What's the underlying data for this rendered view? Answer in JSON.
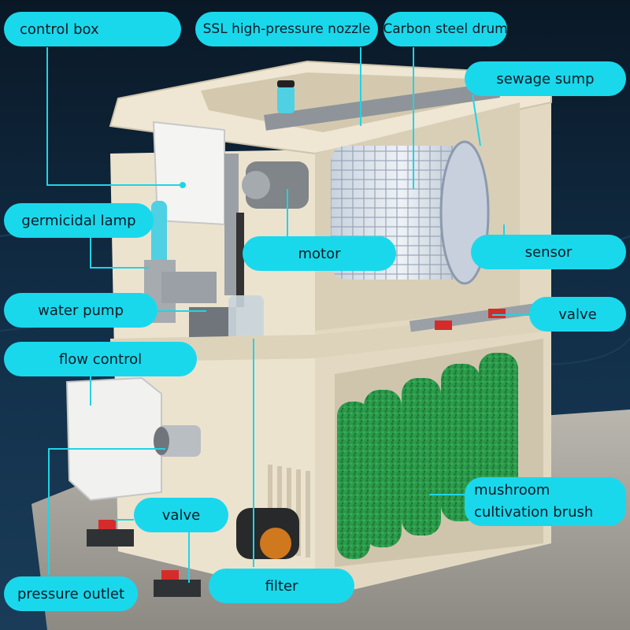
{
  "colors": {
    "accent": "#1ad8ec",
    "leader": "#1fd4e6",
    "background": "#0c1a2a",
    "tank": "#ece3cf",
    "tank_shade": "#d6ccb4",
    "brush": "#2b9a4a",
    "valve": "#d52b2b",
    "pipe": "#9aa0a6"
  },
  "labels": {
    "control_box": "control box",
    "ssl_nozzle": "SSL high-pressure nozzle",
    "carbon_drum": "Carbon steel drum",
    "sewage_sump": "sewage sump",
    "germicidal_lamp": "germicidal lamp",
    "motor": "motor",
    "sensor": "sensor",
    "water_pump": "water pump",
    "valve_right": "valve",
    "flow_control": "flow control",
    "mushroom_line1": "mushroom",
    "mushroom_line2": "cultivation brush",
    "valve_bottom": "valve",
    "pressure_outlet": "pressure outlet",
    "filter": "filter"
  }
}
